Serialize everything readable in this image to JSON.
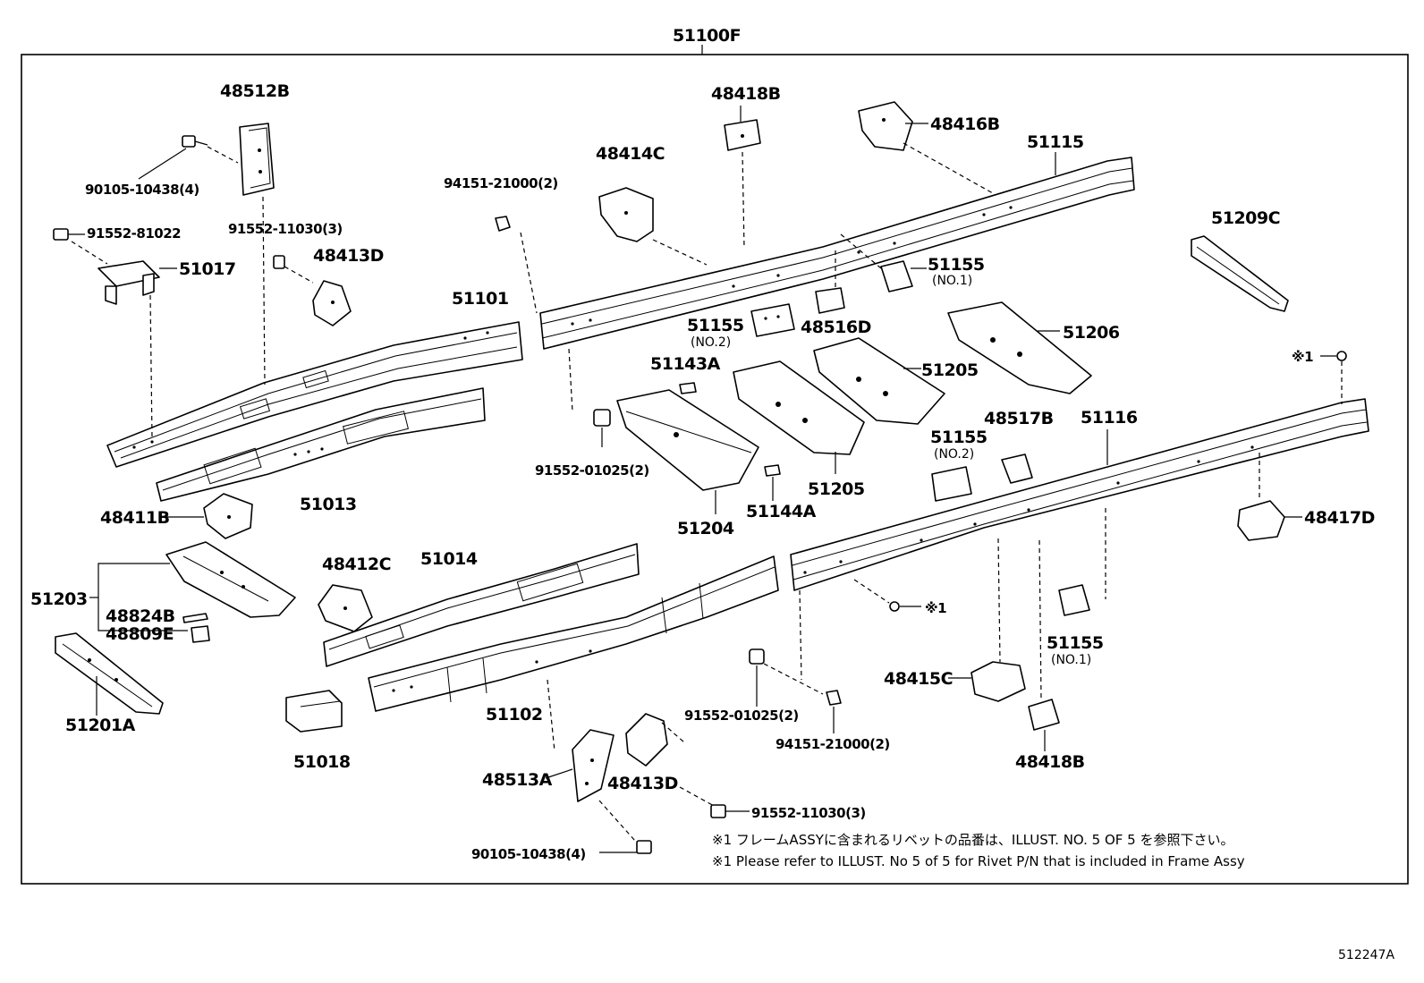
{
  "assembly_label": "51100F",
  "reference_id": "512247A",
  "labels": {
    "p48512B": "48512B",
    "p90105_top": "90105-10438(4)",
    "p91552_81022": "91552-81022",
    "p91552_11030_top": "91552-11030(3)",
    "p51017": "51017",
    "p48413D_top": "48413D",
    "p51101": "51101",
    "p51013": "51013",
    "p48411B": "48411B",
    "p51203": "51203",
    "p48824B": "48824B",
    "p48809E": "48809E",
    "p51201A": "51201A",
    "p48412C": "48412C",
    "p51014": "51014",
    "p51018": "51018",
    "p51102": "51102",
    "p48513A": "48513A",
    "p48413D_bot": "48413D",
    "p90105_bot": "90105-10438(4)",
    "p91552_11030_bot": "91552-11030(3)",
    "p94151_top": "94151-21000(2)",
    "p48414C": "48414C",
    "p48418B_top": "48418B",
    "p48416B": "48416B",
    "p51115": "51115",
    "p51209C": "51209C",
    "p51155_a": "51155",
    "p51155_a_sub": "(NO.1)",
    "p51155_b": "51155",
    "p51155_b_sub": "(NO.2)",
    "p48516D": "48516D",
    "p51206": "51206",
    "p51143A": "51143A",
    "p51205_a": "51205",
    "p51205_b": "51205",
    "p91552_01025_top": "91552-01025(2)",
    "p51204": "51204",
    "p51144A": "51144A",
    "p48517B": "48517B",
    "p51116": "51116",
    "p51155_c": "51155",
    "p51155_c_sub": "(NO.2)",
    "p48417D": "48417D",
    "p_rivet_top": "※1",
    "p_rivet_mid": "※1",
    "p51155_d": "51155",
    "p51155_d_sub": "(NO.1)",
    "p48415C": "48415C",
    "p91552_01025_bot": "91552-01025(2)",
    "p94151_bot": "94151-21000(2)",
    "p48418B_bot": "48418B"
  },
  "notes": {
    "jp": "※1 フレームASSYに含まれるリベットの品番は、ILLUST. NO. 5  OF  5  を参照下さい。",
    "en": "※1 Please refer to ILLUST. No 5 of 5 for Rivet P/N that is included in Frame Assy"
  }
}
